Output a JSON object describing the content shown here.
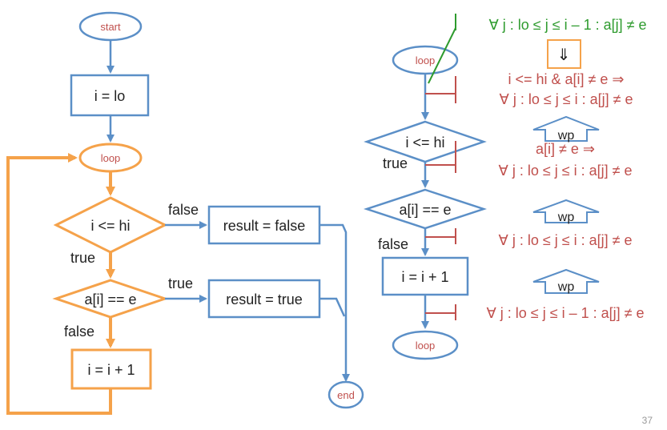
{
  "colors": {
    "blue": "#5b8fc7",
    "orange": "#f5a24a",
    "red_text": "#c0504d",
    "green": "#2e9b2e",
    "dark": "#222222",
    "gray": "#999999",
    "boxfill": "#ffffff"
  },
  "left": {
    "start": "start",
    "init": "i = lo",
    "loop": "loop",
    "cond1": "i <= hi",
    "cond1_false": "false",
    "cond1_true": "true",
    "result_false": "result = false",
    "cond2": "a[i] == e",
    "cond2_true": "true",
    "cond2_false": "false",
    "result_true": "result = true",
    "inc": "i = i + 1",
    "end": "end"
  },
  "right": {
    "loop_top": "loop",
    "cond1": "i <= hi",
    "cond1_true": "true",
    "cond2": "a[i] == e",
    "cond2_false": "false",
    "inc": "i = i + 1",
    "loop_bottom": "loop"
  },
  "annotations": {
    "invariant_top": "∀ j : lo ≤ j ≤ i – 1 : a[j] ≠ e",
    "implies_arrow": "⇓",
    "pre1_line1": "i <= hi & a[i] ≠ e ⇒",
    "pre1_line2": "∀ j : lo ≤ j ≤ i : a[j] ≠ e",
    "wp1": "wp",
    "pre2_line1": "a[i] ≠ e ⇒",
    "pre2_line2": "∀ j : lo ≤ j ≤ i : a[j] ≠ e",
    "wp2": "wp",
    "pre3": "∀ j : lo ≤ j ≤ i : a[j] ≠ e",
    "wp3": "wp",
    "invariant_bottom": "∀ j : lo ≤ j ≤ i – 1 : a[j] ≠ e"
  },
  "page_number": "37"
}
